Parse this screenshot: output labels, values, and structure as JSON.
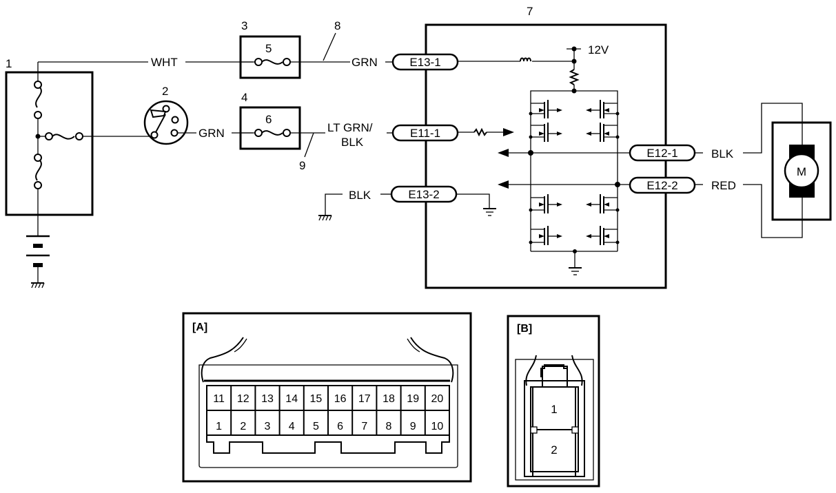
{
  "diagram": {
    "components": {
      "fuse_box": {
        "number": "1"
      },
      "ignition_switch": {
        "number": "2"
      },
      "fuse_holder_upper": {
        "number": "3",
        "fuse_number": "5"
      },
      "fuse_holder_lower": {
        "number": "4",
        "fuse_number": "6"
      },
      "control_module": {
        "number": "7",
        "supply_label": "12V"
      },
      "wire_callout_upper": {
        "number": "8"
      },
      "wire_callout_lower": {
        "number": "9"
      },
      "motor": {
        "label": "M"
      }
    },
    "wires": {
      "fusebox_to_fuse3": "WHT",
      "fuse3_to_E13_1": "GRN",
      "switch_to_fuse4": "GRN",
      "fuse4_to_E11_1_line1": "LT GRN/",
      "fuse4_to_E11_1_line2": "BLK",
      "ground_to_E13_2": "BLK",
      "E12_1_to_motor": "BLK",
      "E12_2_to_motor": "RED"
    },
    "terminals": {
      "e13_1": "E13-1",
      "e11_1": "E11-1",
      "e13_2": "E13-2",
      "e12_1": "E12-1",
      "e12_2": "E12-2"
    },
    "connector_a": {
      "label": "[A]",
      "top_row": [
        "11",
        "12",
        "13",
        "14",
        "15",
        "16",
        "17",
        "18",
        "19",
        "20"
      ],
      "bottom_row": [
        "1",
        "2",
        "3",
        "4",
        "5",
        "6",
        "7",
        "8",
        "9",
        "10"
      ]
    },
    "connector_b": {
      "label": "[B]",
      "pins": [
        "1",
        "2"
      ]
    }
  }
}
